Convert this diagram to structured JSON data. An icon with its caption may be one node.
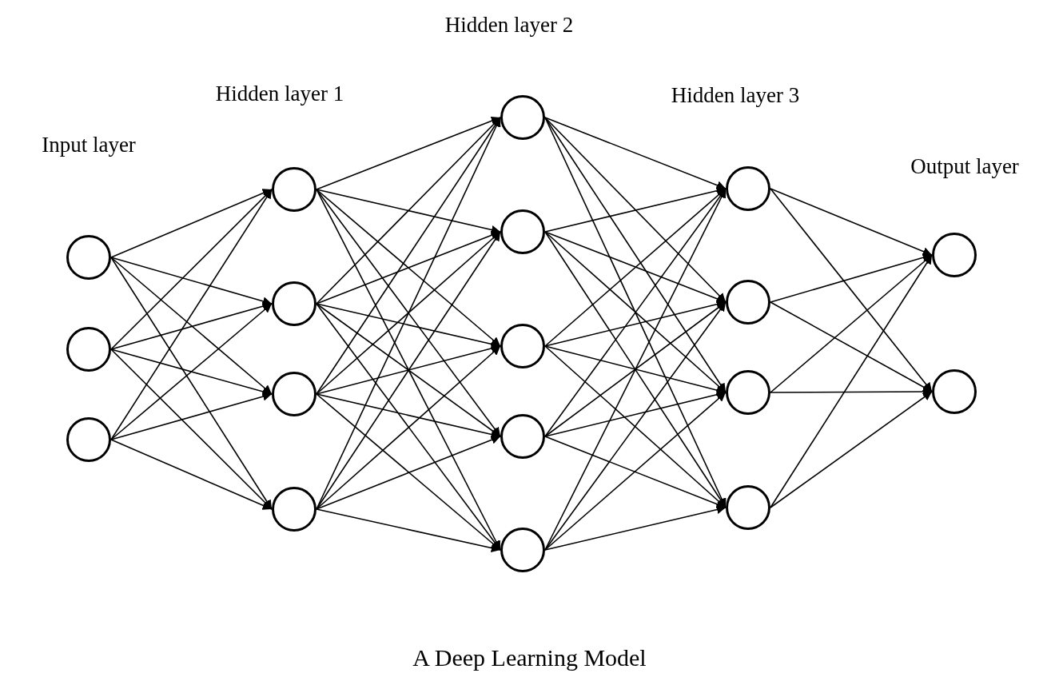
{
  "diagram": {
    "caption": "A Deep Learning Model",
    "nodes": [
      {
        "text": [],
        "shape": "circle"
      },
      {
        "text": [],
        "shape": "circle"
      },
      {
        "text": [],
        "shape": "circle"
      },
      {
        "text": [],
        "shape": "circle"
      },
      {
        "text": [],
        "shape": "circle"
      },
      {
        "text": [],
        "shape": "circle"
      },
      {
        "text": [],
        "shape": "circle"
      },
      {
        "text": [],
        "shape": "circle"
      },
      {
        "text": [],
        "shape": "circle"
      },
      {
        "text": [],
        "shape": "circle"
      },
      {
        "text": [],
        "shape": "circle"
      },
      {
        "text": [],
        "shape": "circle"
      },
      {
        "text": [],
        "shape": "circle"
      },
      {
        "text": [],
        "shape": "circle"
      },
      {
        "text": [],
        "shape": "circle"
      },
      {
        "text": [],
        "shape": "circle"
      },
      {
        "text": [],
        "shape": "circle"
      },
      {
        "text": [],
        "shape": "circle"
      }
    ],
    "edges": [
      {
        "from": 0,
        "to": 3,
        "arrow": "to"
      },
      {
        "from": 0,
        "to": 4,
        "arrow": "to"
      },
      {
        "from": 0,
        "to": 5,
        "arrow": "to"
      },
      {
        "from": 0,
        "to": 6,
        "arrow": "to"
      },
      {
        "from": 1,
        "to": 3,
        "arrow": "to"
      },
      {
        "from": 1,
        "to": 4,
        "arrow": "to"
      },
      {
        "from": 1,
        "to": 5,
        "arrow": "to"
      },
      {
        "from": 1,
        "to": 6,
        "arrow": "to"
      },
      {
        "from": 2,
        "to": 3,
        "arrow": "to"
      },
      {
        "from": 2,
        "to": 4,
        "arrow": "to"
      },
      {
        "from": 2,
        "to": 5,
        "arrow": "to"
      },
      {
        "from": 2,
        "to": 6,
        "arrow": "to"
      },
      {
        "from": 3,
        "to": 7,
        "arrow": "to"
      },
      {
        "from": 3,
        "to": 8,
        "arrow": "to"
      },
      {
        "from": 3,
        "to": 9,
        "arrow": "to"
      },
      {
        "from": 3,
        "to": 10,
        "arrow": "to"
      },
      {
        "from": 3,
        "to": 11,
        "arrow": "to"
      },
      {
        "from": 4,
        "to": 7,
        "arrow": "to"
      },
      {
        "from": 4,
        "to": 8,
        "arrow": "to"
      },
      {
        "from": 4,
        "to": 9,
        "arrow": "to"
      },
      {
        "from": 4,
        "to": 10,
        "arrow": "to"
      },
      {
        "from": 4,
        "to": 11,
        "arrow": "to"
      },
      {
        "from": 5,
        "to": 7,
        "arrow": "to"
      },
      {
        "from": 5,
        "to": 8,
        "arrow": "to"
      },
      {
        "from": 5,
        "to": 9,
        "arrow": "to"
      },
      {
        "from": 5,
        "to": 10,
        "arrow": "to"
      },
      {
        "from": 5,
        "to": 11,
        "arrow": "to"
      },
      {
        "from": 6,
        "to": 7,
        "arrow": "to"
      },
      {
        "from": 6,
        "to": 8,
        "arrow": "to"
      },
      {
        "from": 6,
        "to": 9,
        "arrow": "to"
      },
      {
        "from": 6,
        "to": 10,
        "arrow": "to"
      },
      {
        "from": 6,
        "to": 11,
        "arrow": "to"
      },
      {
        "from": 7,
        "to": 12,
        "arrow": "to"
      },
      {
        "from": 7,
        "to": 13,
        "arrow": "to"
      },
      {
        "from": 7,
        "to": 14,
        "arrow": "to"
      },
      {
        "from": 7,
        "to": 15,
        "arrow": "to"
      },
      {
        "from": 8,
        "to": 12,
        "arrow": "to"
      },
      {
        "from": 8,
        "to": 13,
        "arrow": "to"
      },
      {
        "from": 8,
        "to": 14,
        "arrow": "to"
      },
      {
        "from": 8,
        "to": 15,
        "arrow": "to"
      },
      {
        "from": 9,
        "to": 12,
        "arrow": "to"
      },
      {
        "from": 9,
        "to": 13,
        "arrow": "to"
      },
      {
        "from": 9,
        "to": 14,
        "arrow": "to"
      },
      {
        "from": 9,
        "to": 15,
        "arrow": "to"
      },
      {
        "from": 10,
        "to": 12,
        "arrow": "to"
      },
      {
        "from": 10,
        "to": 13,
        "arrow": "to"
      },
      {
        "from": 10,
        "to": 14,
        "arrow": "to"
      },
      {
        "from": 10,
        "to": 15,
        "arrow": "to"
      },
      {
        "from": 11,
        "to": 12,
        "arrow": "to"
      },
      {
        "from": 11,
        "to": 13,
        "arrow": "to"
      },
      {
        "from": 11,
        "to": 14,
        "arrow": "to"
      },
      {
        "from": 11,
        "to": 15,
        "arrow": "to"
      },
      {
        "from": 12,
        "to": 16,
        "arrow": "to"
      },
      {
        "from": 12,
        "to": 17,
        "arrow": "to"
      },
      {
        "from": 13,
        "to": 16,
        "arrow": "to"
      },
      {
        "from": 13,
        "to": 17,
        "arrow": "to"
      },
      {
        "from": 14,
        "to": 16,
        "arrow": "to"
      },
      {
        "from": 14,
        "to": 17,
        "arrow": "to"
      },
      {
        "from": 15,
        "to": 16,
        "arrow": "to"
      },
      {
        "from": 15,
        "to": 17,
        "arrow": "to"
      }
    ],
    "labels": [
      "Input layer",
      "Hidden layer 1",
      "Hidden layer 2",
      "Hidden layer 3",
      "Output layer"
    ]
  }
}
